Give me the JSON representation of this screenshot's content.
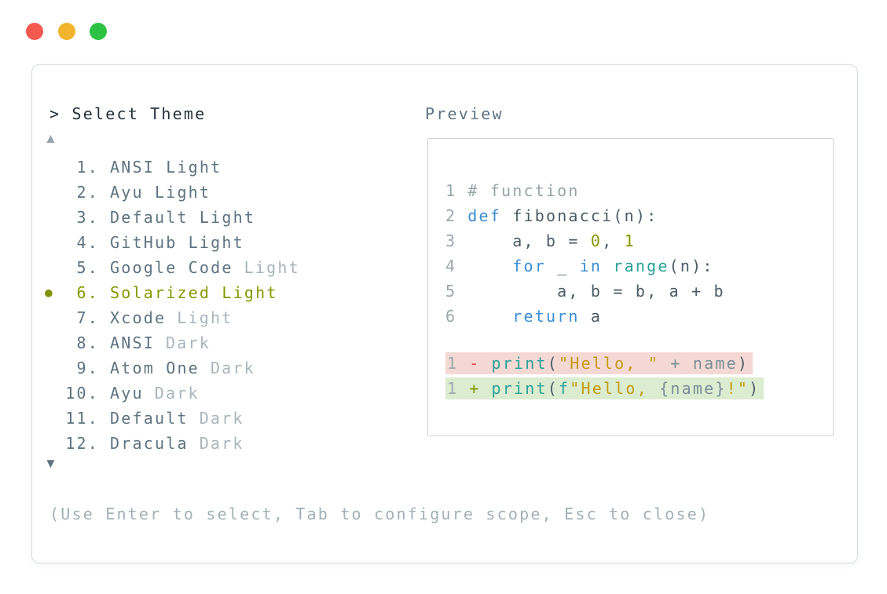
{
  "traffic_lights": {
    "close_color": "#f4594f",
    "minimize_color": "#f2b32d",
    "zoom_color": "#2dc245"
  },
  "prompt": {
    "caret": "> ",
    "title": "Select Theme"
  },
  "scroll_indicators": {
    "up": "▲",
    "down": "▼"
  },
  "theme_list": {
    "selected_index": 6,
    "selected_bullet": "●",
    "items": [
      {
        "number": "1.",
        "name": "ANSI Light",
        "variant": "",
        "selected": false
      },
      {
        "number": "2.",
        "name": "Ayu Light",
        "variant": "",
        "selected": false
      },
      {
        "number": "3.",
        "name": "Default Light",
        "variant": "",
        "selected": false
      },
      {
        "number": "4.",
        "name": "GitHub Light",
        "variant": "",
        "selected": false
      },
      {
        "number": "5.",
        "name": "Google Code",
        "variant": "Light",
        "selected": false
      },
      {
        "number": "6.",
        "name": "Solarized Light",
        "variant": "",
        "selected": true,
        "bullet": "●"
      },
      {
        "number": "7.",
        "name": "Xcode",
        "variant": "Light",
        "selected": false
      },
      {
        "number": "8.",
        "name": "ANSI",
        "variant": "Dark",
        "selected": false
      },
      {
        "number": "9.",
        "name": "Atom One",
        "variant": "Dark",
        "selected": false
      },
      {
        "number": "10.",
        "name": "Ayu",
        "variant": "Dark",
        "selected": false
      },
      {
        "number": "11.",
        "name": "Default",
        "variant": "Dark",
        "selected": false
      },
      {
        "number": "12.",
        "name": "Dracula",
        "variant": "Dark",
        "selected": false
      }
    ]
  },
  "preview": {
    "label": "Preview",
    "code": [
      {
        "ln": "1",
        "tokens": [
          {
            "t": "# function"
          }
        ]
      },
      {
        "ln": "2",
        "tokens": [
          {
            "t": "def"
          },
          {
            "t": " fibonacci(n):"
          }
        ]
      },
      {
        "ln": "3",
        "tokens": [
          {
            "t": "    a, b = "
          },
          {
            "t": "0"
          },
          {
            "t": ", "
          },
          {
            "t": "1"
          }
        ]
      },
      {
        "ln": "4",
        "tokens": [
          {
            "t": "    "
          },
          {
            "t": "for"
          },
          {
            "t": " _ "
          },
          {
            "t": "in"
          },
          {
            "t": " "
          },
          {
            "t": "range"
          },
          {
            "t": "(n):"
          }
        ]
      },
      {
        "ln": "5",
        "tokens": [
          {
            "t": "        a, b = b, a + b"
          }
        ]
      },
      {
        "ln": "6",
        "tokens": [
          {
            "t": "    "
          },
          {
            "t": "return"
          },
          {
            "t": " a"
          }
        ]
      }
    ],
    "diff": [
      {
        "ln": "1",
        "sign": "-",
        "tokens": [
          {
            "t": "print"
          },
          {
            "t": "("
          },
          {
            "t": "\"Hello, \""
          },
          {
            "t": " + name"
          },
          {
            "t": ")"
          }
        ]
      },
      {
        "ln": "1",
        "sign": "+",
        "tokens": [
          {
            "t": "print"
          },
          {
            "t": "("
          },
          {
            "t": "f"
          },
          {
            "t": "\"Hello, "
          },
          {
            "t": "{name}"
          },
          {
            "t": "!\""
          },
          {
            "t": ")"
          }
        ]
      }
    ]
  },
  "footer": {
    "hint": "(Use Enter to select, Tab to configure scope, Esc to close)"
  },
  "syntax_colors": {
    "keyword": "#3b8dd4",
    "function": "#2aa198",
    "string": "#c49b0e",
    "number": "#859900",
    "comment": "#97a4a6",
    "body": "#4c5c66",
    "line_number": "#9ba8ae",
    "diff_delete_bg": "#f4d8d4",
    "diff_add_bg": "#dbecd0",
    "diff_minus": "#e0443a",
    "diff_plus": "#859900",
    "selected_accent": "#859900",
    "list_text": "#5e7380",
    "list_muted": "#a9b5bb"
  }
}
